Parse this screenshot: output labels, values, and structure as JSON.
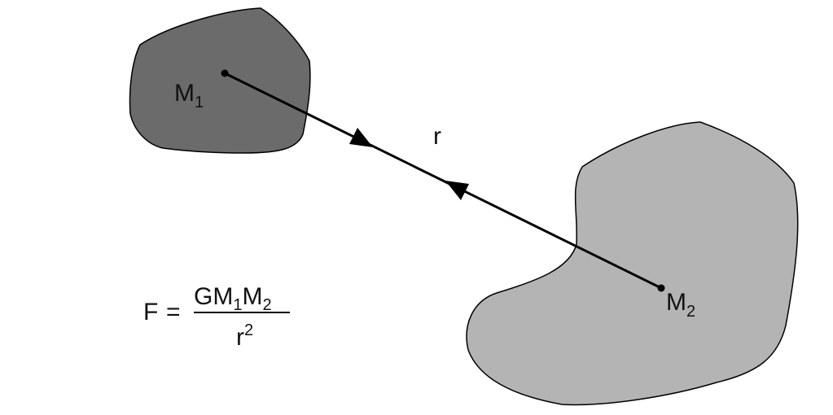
{
  "labels": {
    "mass1": {
      "main": "M",
      "sub": "1"
    },
    "mass2": {
      "main": "M",
      "sub": "2"
    },
    "distance": "r"
  },
  "formula": {
    "lhs": "F",
    "equals": "=",
    "numerator": {
      "g": "G",
      "m1": "M",
      "m1_sub": "1",
      "m2": "M",
      "m2_sub": "2"
    },
    "denominator": {
      "r": "r",
      "exp": "2"
    }
  },
  "colors": {
    "mass1_fill": "#6b6b6b",
    "mass2_fill": "#b4b4b4",
    "outline": "#000000",
    "line": "#000000"
  }
}
